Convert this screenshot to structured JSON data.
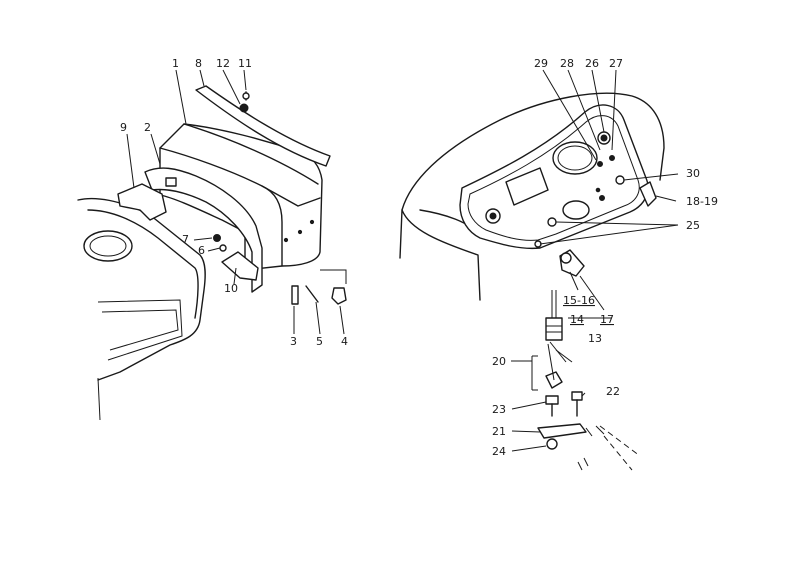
{
  "labels": {
    "l1": "1",
    "l2": "2",
    "l3": "3",
    "l4": "4",
    "l5": "5",
    "l6": "6",
    "l7": "7",
    "l8": "8",
    "l9": "9",
    "l10": "10",
    "l11": "11",
    "l12": "12",
    "l13": "13",
    "l14": "14",
    "l15_16": "15-16",
    "l17": "17",
    "l18_19": "18-19",
    "l20": "20",
    "l21": "21",
    "l22": "22",
    "l23": "23",
    "l24": "24",
    "l25": "25",
    "l26": "26",
    "l27": "27",
    "l28": "28",
    "l29": "29",
    "l30": "30"
  }
}
